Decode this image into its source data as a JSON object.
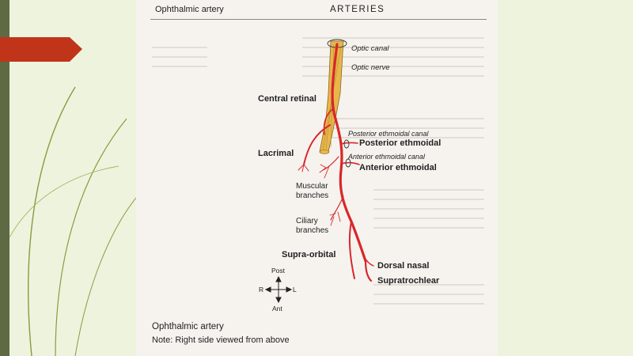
{
  "header": {
    "left": "Ophthalmic artery",
    "right": "ARTERIES"
  },
  "labels": {
    "optic_canal": "Optic canal",
    "optic_nerve": "Optic nerve",
    "central_retinal": "Central retinal",
    "post_ethmoidal_canal": "Posterior ethmoidal canal",
    "post_ethmoidal": "Posterior ethmoidal",
    "lacrimal": "Lacrimal",
    "ant_ethmoidal_canal": "Anterior ethmoidal canal",
    "ant_ethmoidal": "Anterior ethmoidal",
    "muscular_1": "Muscular",
    "muscular_2": "branches",
    "ciliary_1": "Ciliary",
    "ciliary_2": "branches",
    "supra_orbital": "Supra-orbital",
    "dorsal_nasal": "Dorsal nasal",
    "supratrochlear": "Supratrochlear"
  },
  "compass": {
    "post": "Post",
    "ant": "Ant",
    "right": "R",
    "left": "L"
  },
  "caption": {
    "title": "Ophthalmic artery",
    "note": "Note: Right side viewed from above"
  },
  "colors": {
    "slide_bg": "#eef3de",
    "page_bg": "#f6f3ef",
    "artery": "#d8272a",
    "nerve": "#e8b64a",
    "accent_pentagon": "#c0341a",
    "line_green": "#8a9a3e"
  }
}
